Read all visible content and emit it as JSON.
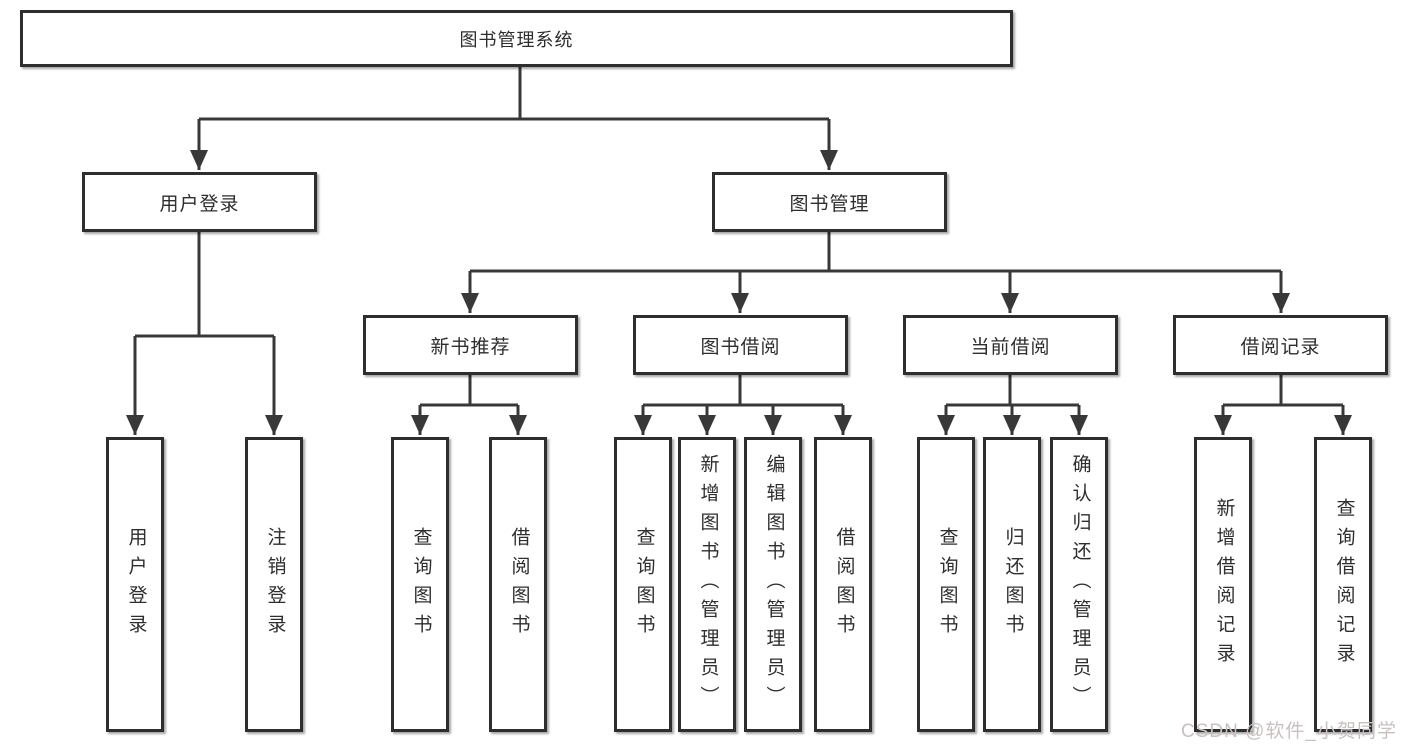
{
  "tree": {
    "root": "图书管理系统",
    "branches": [
      {
        "label": "用户登录",
        "children": [
          "用户登录",
          "注销登录"
        ]
      },
      {
        "label": "图书管理",
        "sections": [
          {
            "label": "新书推荐",
            "children": [
              "查询图书",
              "借阅图书"
            ]
          },
          {
            "label": "图书借阅",
            "children": [
              "查询图书",
              "新增图书（管理员）",
              "编辑图书（管理员）",
              "借阅图书"
            ]
          },
          {
            "label": "当前借阅",
            "children": [
              "查询图书",
              "归还图书",
              "确认归还（管理员）"
            ]
          },
          {
            "label": "借阅记录",
            "children": [
              "新增借阅记录",
              "查询借阅记录"
            ]
          }
        ]
      }
    ]
  },
  "watermark": {
    "text": "CSDN @软件_小贺同学"
  },
  "colors": {
    "box_border": "#2e2e2e",
    "connector": "#383838",
    "text": "#2e2e2e",
    "background": "#ffffff",
    "watermark": "#c9c0c0"
  }
}
